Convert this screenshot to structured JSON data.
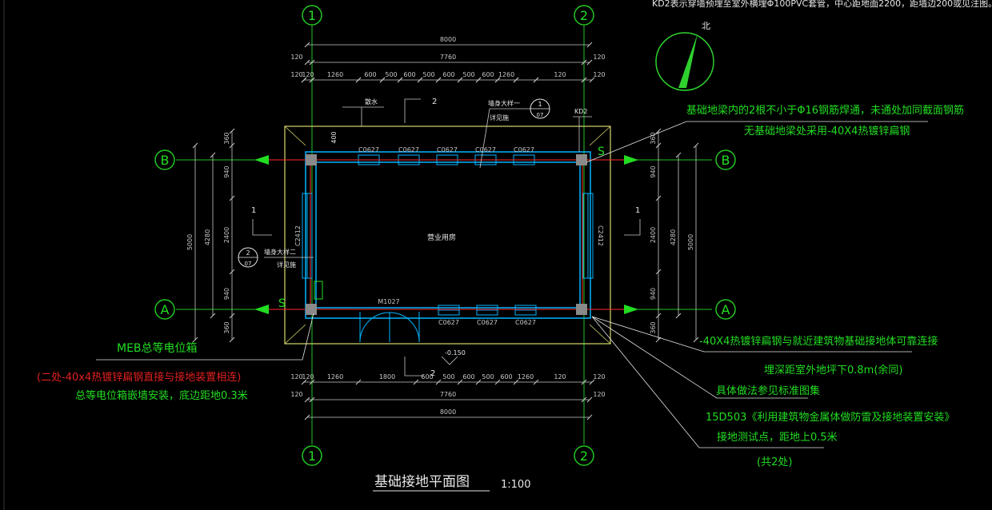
{
  "colors": {
    "background": "#000000",
    "dim": "#c8c8c8",
    "axis_green": "#22c522",
    "wall_cyan": "#00b4ff",
    "annotation_green": "#22dd22",
    "warning_red": "#e02020",
    "ground_red": "#ff2a2a",
    "outline_yellow": "#d8d870",
    "column_gray": "#8a8a8a"
  },
  "top_note": "KD2表示穿墙预埋至室外横埋Φ100PVC套管，中心距地面2200，距墙边200或见注图。",
  "north_label": "北",
  "axis_labels": {
    "col1": "1",
    "col2": "2",
    "rowA": "A",
    "rowB": "B"
  },
  "dimensions": {
    "overall": "8000",
    "inner": "7760",
    "edge": "120",
    "top_segments": [
      "120",
      "1260",
      "600",
      "500",
      "600",
      "500",
      "600",
      "500",
      "600",
      "1260",
      "120"
    ],
    "bottom_segments": [
      "120",
      "1260",
      "1800",
      "600",
      "500",
      "600",
      "500",
      "600",
      "1260",
      "120"
    ],
    "left_overall": "5000",
    "left_inner": "4280",
    "left_segments": [
      "360",
      "940",
      "2400",
      "940",
      "360"
    ],
    "right_overall": "5000",
    "right_inner": "4280",
    "right_segments": [
      "360",
      "940",
      "2400",
      "940",
      "360"
    ]
  },
  "plan_labels": {
    "room_name": "营业用房",
    "window_top": "C0627",
    "window_bottom": "C0627",
    "window_side": "C2412",
    "door": "M1027",
    "kd2": "KD2",
    "slope": "散水",
    "wall_detail": "墙身大样一",
    "wall_detail_2": "墙身大样二",
    "drain": "详见施",
    "elevation": "-0.150",
    "offset_400": "400",
    "section_mark": "1",
    "section_mark_2": "2",
    "detail_num_1": "1",
    "detail_num_2": "2",
    "detail_sheet": "07",
    "grounding_s": "S"
  },
  "annotations": {
    "right_top_1": "基础地梁内的2根不小于Φ16钢筋焊通，未通处加同截面钢筋",
    "right_top_2": "无基础地梁处采用-40X4热镀锌扁钢",
    "meb": "MEB总等电位箱",
    "meb_red": "(二处-40x4热镀锌扁钢直接与接地装置相连)",
    "meb_install": "总等电位箱嵌墙安装，底边距地0.3米",
    "right_bot_1": "-40X4热镀锌扁钢与就近建筑物基础接地体可靠连接",
    "right_bot_2": "埋深距室外地坪下0.8m(余同)",
    "right_bot_3": "具体做法参见标准图集",
    "right_bot_4": "15D503《利用建筑物金属体做防雷及接地装置安装》",
    "right_bot_5": "接地测试点，距地上0.5米",
    "right_bot_6": "(共2处)"
  },
  "title": {
    "main": "基础接地平面图",
    "scale": "1:100"
  }
}
